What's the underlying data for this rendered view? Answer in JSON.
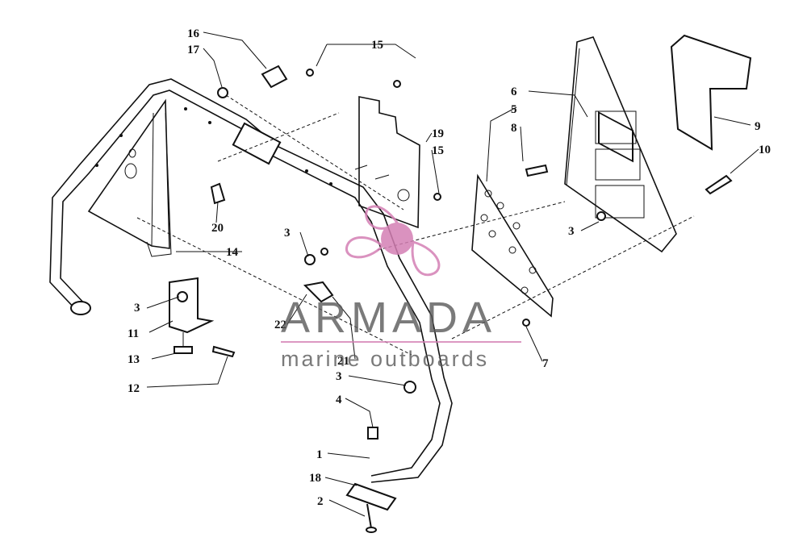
{
  "diagram": {
    "callouts": [
      "16",
      "17",
      "15",
      "19",
      "15",
      "6",
      "5",
      "8",
      "9",
      "10",
      "3",
      "3",
      "20",
      "14",
      "3",
      "11",
      "13",
      "12",
      "22",
      "21",
      "3",
      "4",
      "1",
      "18",
      "2",
      "7"
    ]
  },
  "watermark": {
    "brand": "ARMADA",
    "tagline": "marine outboards",
    "logo_color": "#d47fb4",
    "text_color": "#5a5a5a"
  }
}
